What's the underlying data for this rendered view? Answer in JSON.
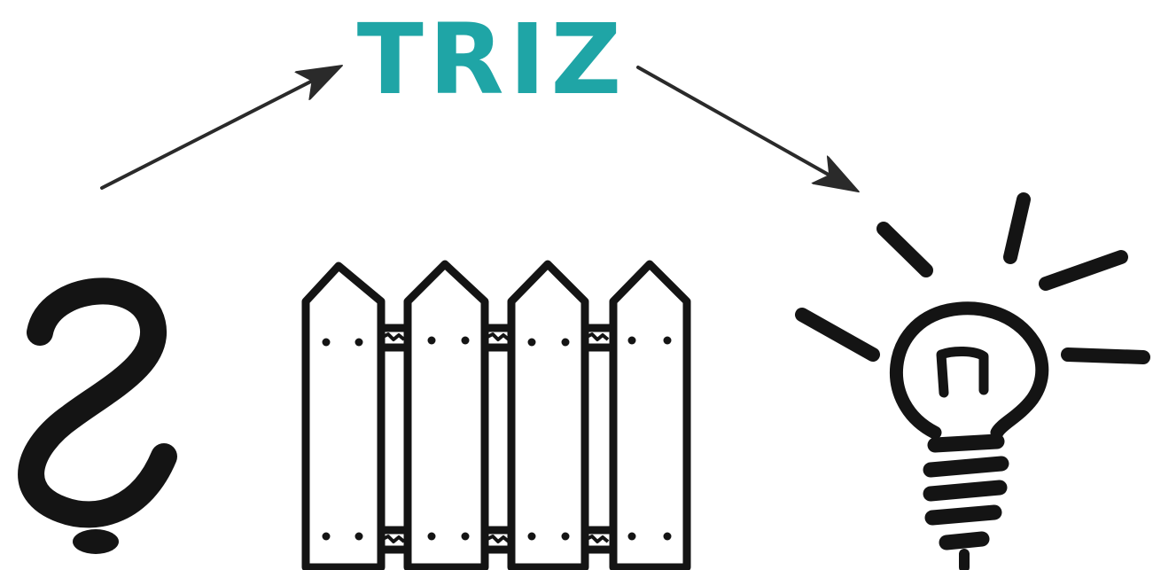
{
  "title": "TRIZ",
  "colors": {
    "title": "#1fa5a6",
    "ink": "#141414",
    "arrow": "#2a2a2a",
    "background": "#ffffff"
  },
  "nodes": [
    {
      "id": "problem",
      "icon": "question-mark-icon"
    },
    {
      "id": "obstacle",
      "icon": "fence-icon"
    },
    {
      "id": "solution",
      "icon": "lightbulb-icon"
    }
  ],
  "edges": [
    {
      "from": "problem",
      "to": "title"
    },
    {
      "from": "title",
      "to": "solution"
    }
  ]
}
